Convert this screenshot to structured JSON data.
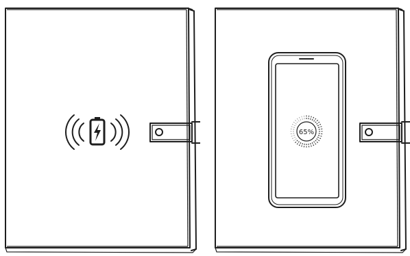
{
  "panels": [
    {
      "id": "notebook-wireless-charging",
      "icon": "wireless-charging-battery-icon",
      "strap_icon": "strap-button-icon"
    },
    {
      "id": "notebook-phone-charging",
      "icon": "smartphone-icon",
      "strap_icon": "strap-button-icon"
    }
  ],
  "phone": {
    "battery_text": "65%",
    "battery_level": 0.65
  },
  "colors": {
    "line": "#1e1e1e",
    "background": "#ffffff"
  }
}
